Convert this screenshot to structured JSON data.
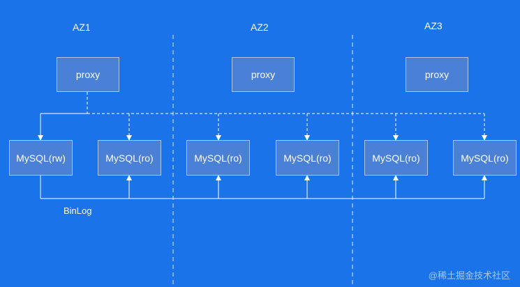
{
  "zones": [
    "AZ1",
    "AZ2",
    "AZ3"
  ],
  "proxies": [
    "proxy",
    "proxy",
    "proxy"
  ],
  "databases": [
    "MySQL(rw)",
    "MySQL(ro)",
    "MySQL(ro)",
    "MySQL(ro)",
    "MySQL(ro)",
    "MySQL(ro)"
  ],
  "replication_label": "BinLog",
  "watermark": "@稀土掘金技术社区",
  "colors": {
    "background": "#1a73e8",
    "box_fill": "#4a80d6",
    "line": "#ffffff"
  }
}
